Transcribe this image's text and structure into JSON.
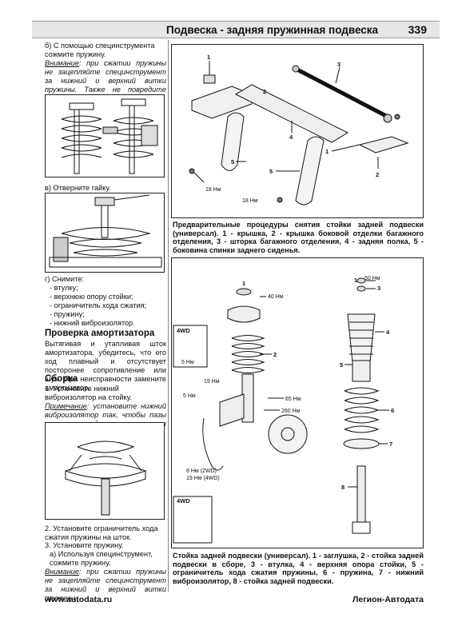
{
  "header": {
    "title": "Подвеска - задняя пружинная подвеска",
    "page_number": "339"
  },
  "left": {
    "b_step": "б) С помощью специнструмента сожмите пружину.",
    "b_note_label": "Внимание",
    "b_note_text": ": при сжатии пружины не зацепляйте специнструмент за нижний и верхний витки пружины. Также не повредите нижнее седло пружины.",
    "v_step": "в) Отверните гайку.",
    "g_step": "г) Снимите:",
    "g_items": [
      "- втулку;",
      "- верхнюю опору стойки;",
      "- ограничитель хода сжатия;",
      "- пружину;",
      "- нижний виброизолятор."
    ],
    "check_title": "Проверка амортизатора",
    "check_text": "Вытягивая и утапливая шток амортизатора, убедитесь, что его ход плавный и отсутствует посторонее сопротивление или шум. При неисправности замените амортизатор.",
    "assembly_title": "Сборка",
    "step1": "1. Установите нижний виброизолятор на стойку.",
    "step1_note_label": "Примечание",
    "step1_note_text": ": установите нижний виброизолятор так, чтобы пазы нижнего седла пружины и виброизолятора совпали.",
    "step2": "2. Установите ограничитель хода сжатия пружины на шток.",
    "step3": "3. Установите пружину.",
    "step3a": "а) Используя специнструмент, сожмите пружину.",
    "step3_note_label": "Внимание",
    "step3_note_text": ": при сжатии пружины не зацепляйте специнструмент за нижний и верхний витки пружины."
  },
  "fig1": {
    "labels": [
      "1",
      "2",
      "3",
      "4",
      "5",
      "5",
      "1",
      "2"
    ],
    "torques": [
      "18 Нм",
      "18 Нм"
    ],
    "caption": "Предварительные процедуры снятия стойки задней подвески (универсал). 1 - крышка, 2 - крышка боковой отделки багажного отделения, 3 - шторка багажного отделения, 4 - задняя полка, 5 - боковина спинки заднего сиденья."
  },
  "fig2": {
    "labels": [
      "1",
      "2",
      "1",
      "3",
      "4",
      "5",
      "6",
      "7",
      "8"
    ],
    "torques": [
      "40 Нм",
      "50 Нм",
      "65 Нм",
      "260 Нм",
      "19 Нм",
      "5 Нм",
      "5 Нм",
      "8 Нм (2WD)",
      "19 Нм (4WD)"
    ],
    "badges": [
      "4WD",
      "4WD"
    ],
    "caption": "Стойка задней подвески (универсал). 1 - заглушка, 2 - стойка задней подвески в сборе, 3 - втулка, 4 - верхняя опора стойки, 5 - ограничитель хода сжатия пружины, 6 - пружина, 7 - нижний виброизолятор, 8 - стойка задней подвески."
  },
  "footer": {
    "left": "www.autodata.ru",
    "right": "Легион-Автодата"
  }
}
